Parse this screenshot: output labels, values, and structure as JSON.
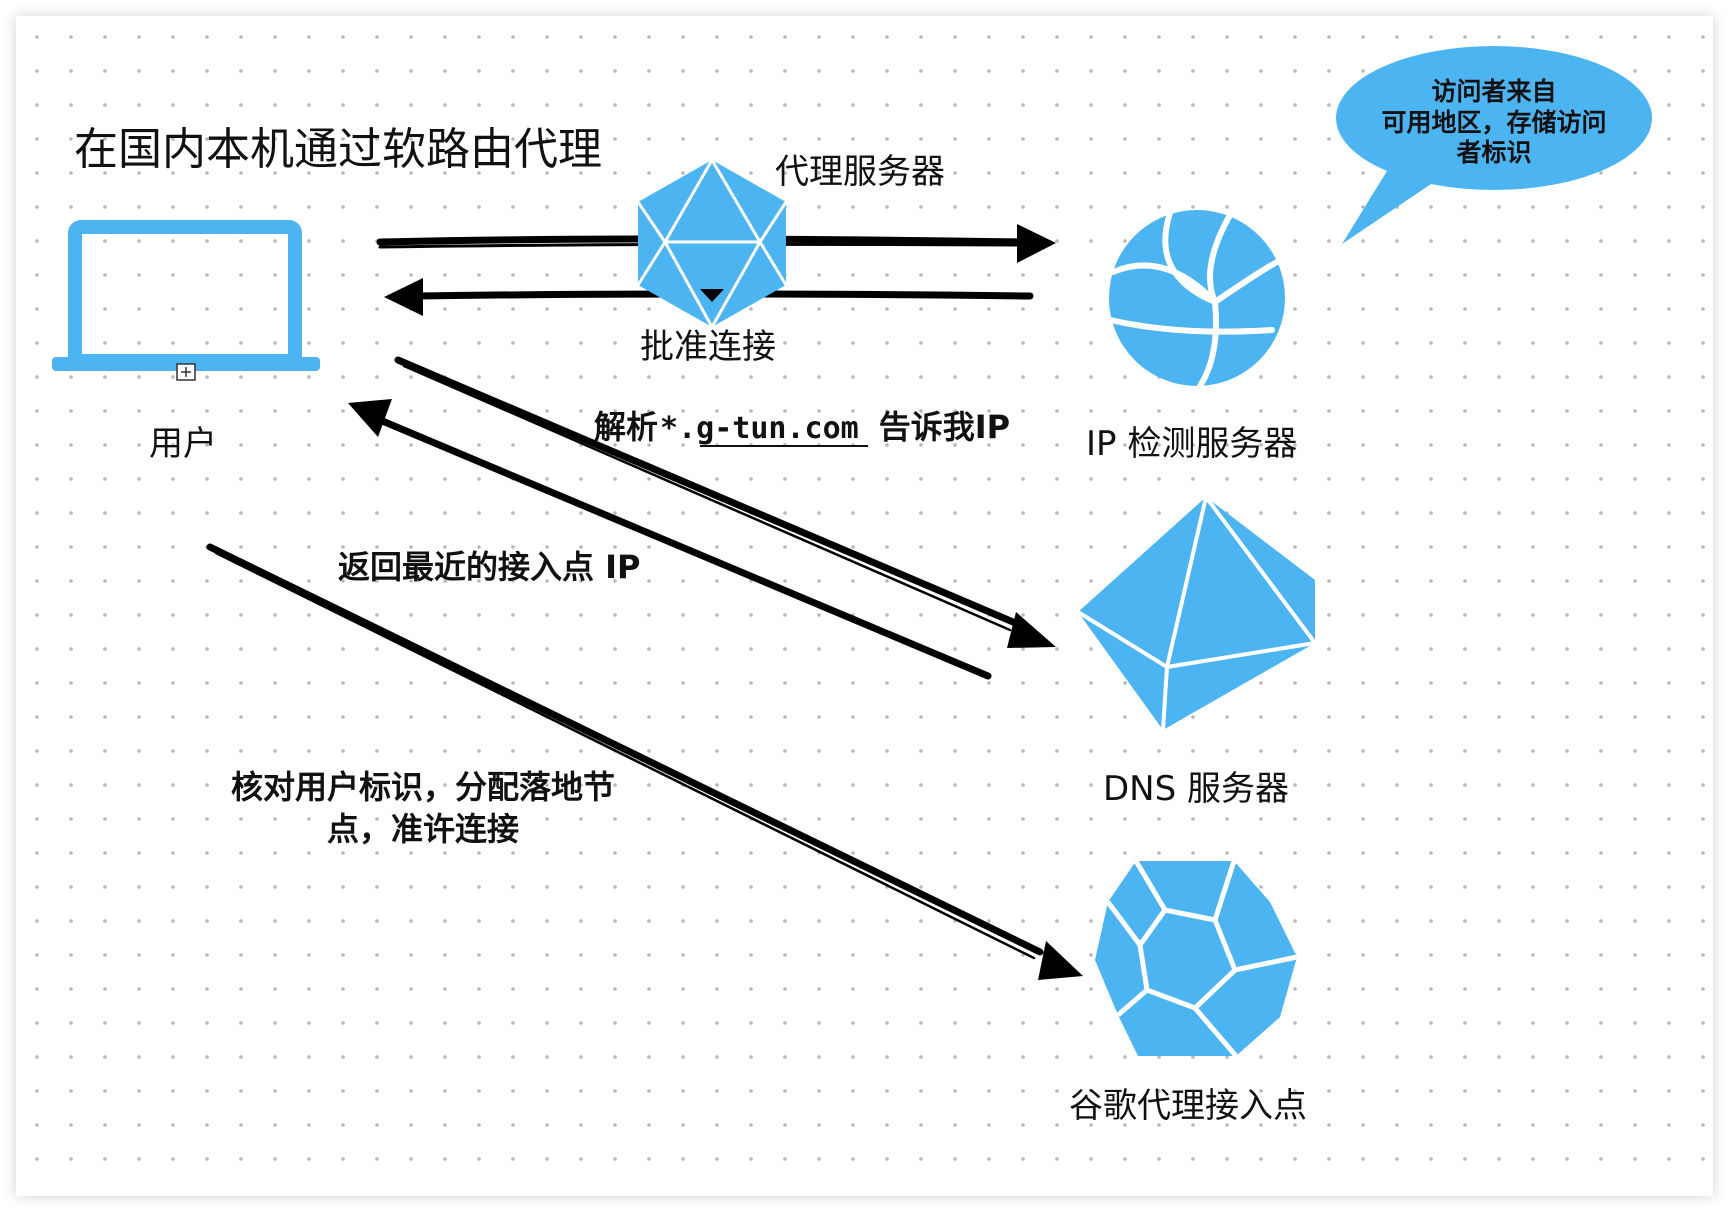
{
  "diagram": {
    "title": "在国内本机通过软路由代理",
    "nodes": {
      "user": {
        "label": "用户",
        "icon": "laptop-icon"
      },
      "proxy": {
        "label": "代理服务器",
        "icon": "icosahedron-icon"
      },
      "ip_check": {
        "label": "IP 检测服务器",
        "icon": "volleyball-icon"
      },
      "dns": {
        "label": "DNS 服务器",
        "icon": "octahedron-icon"
      },
      "access_point": {
        "label": "谷歌代理接入点",
        "icon": "dodecahedron-icon"
      }
    },
    "edges": {
      "approve": {
        "label": "批准连接"
      },
      "resolve": {
        "label_prefix": "解析",
        "label_domain": "*.g-tun.com",
        "label_suffix": "告诉我IP"
      },
      "return_ip": {
        "label": "返回最近的接入点 IP"
      },
      "verify": {
        "line1": "核对用户标识，分配落地节",
        "line2": "点，准许连接"
      }
    },
    "callout": {
      "line1": "访问者来自",
      "line2": "可用地区，存储访问",
      "line3": "者标识"
    },
    "colors": {
      "shape_fill": "#4db4f2",
      "arrow": "#000000",
      "dot_grid": "#b8b8b8",
      "frame_shadow": "#d0d0d0"
    }
  }
}
